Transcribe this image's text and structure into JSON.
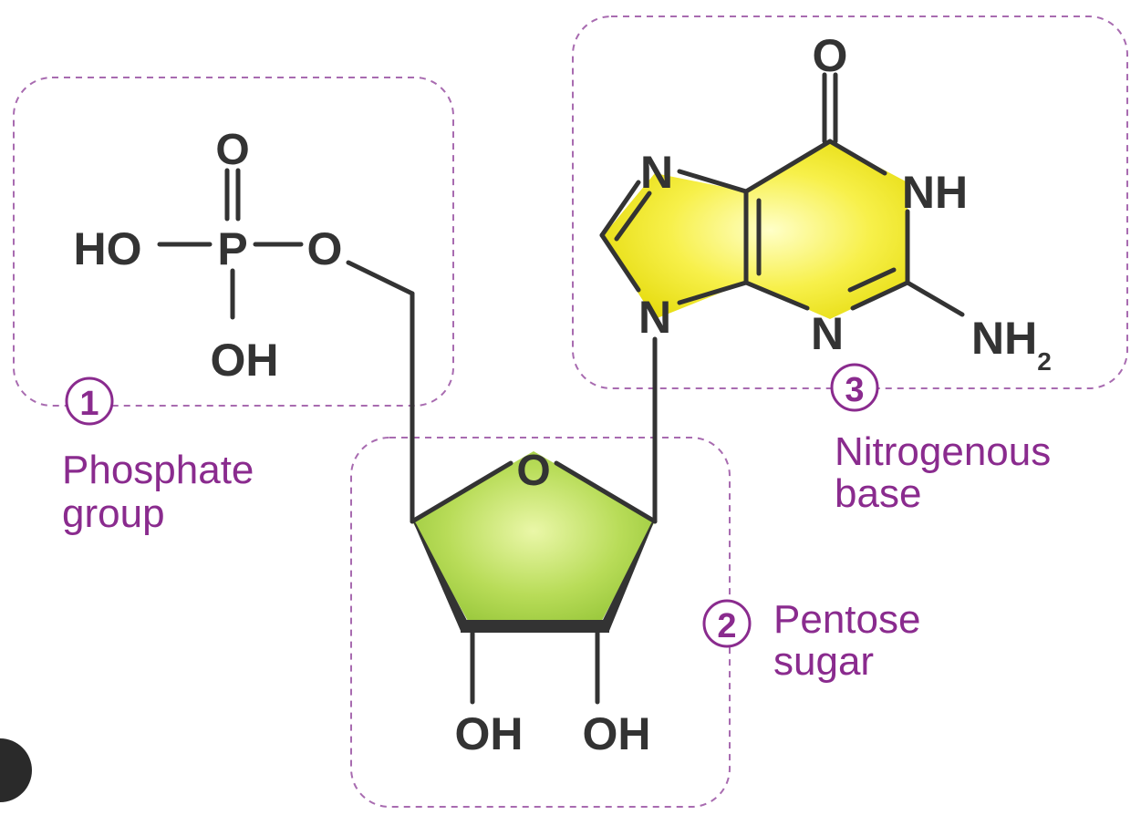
{
  "phosphate": {
    "o_double": "O",
    "ho": "HO",
    "p": "P",
    "o_link": "O",
    "oh": "OH",
    "number": "1",
    "label_line1": "Phosphate",
    "label_line2": "group"
  },
  "sugar": {
    "ring_o": "O",
    "oh_left": "OH",
    "oh_right": "OH",
    "number": "2",
    "label_line1": "Pentose",
    "label_line2": "sugar"
  },
  "base": {
    "o_top": "O",
    "n_upper": "N",
    "n_lower": "N",
    "nh": "NH",
    "n_bottom": "N",
    "nh2_main": "NH",
    "nh2_sub": "2",
    "number": "3",
    "label_line1": "Nitrogenous",
    "label_line2": "base"
  },
  "colors": {
    "text": "#333333",
    "label": "#8a2b8e",
    "box_border": "#a86bb0",
    "sugar_fill": "#a9d34a",
    "base_fill": "#f2ea2a"
  }
}
